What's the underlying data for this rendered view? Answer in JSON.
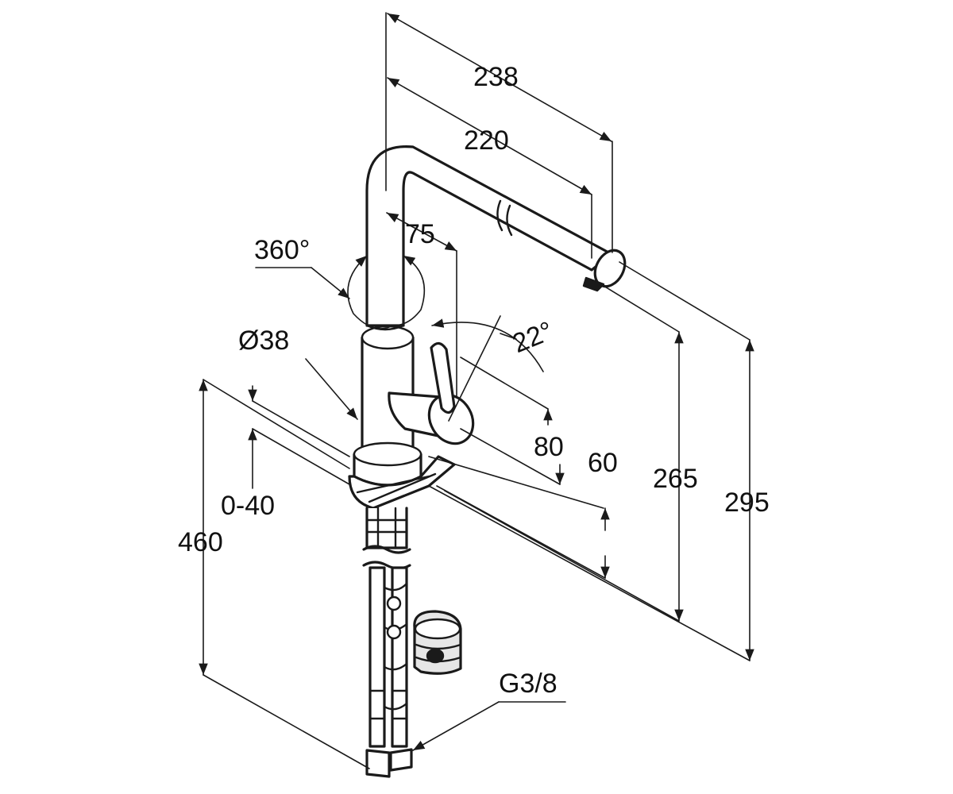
{
  "diagram": {
    "labels": {
      "width_overall": "238",
      "width_spout": "220",
      "rotation": "360°",
      "inner_offset": "75",
      "lever_angle": "22°",
      "diameter": "Ø38",
      "handle_height": "80",
      "base_height": "60",
      "spout_height": "265",
      "overall_height": "295",
      "deck_thickness": "0-40",
      "hose_length": "460",
      "thread": "G3/8"
    }
  }
}
